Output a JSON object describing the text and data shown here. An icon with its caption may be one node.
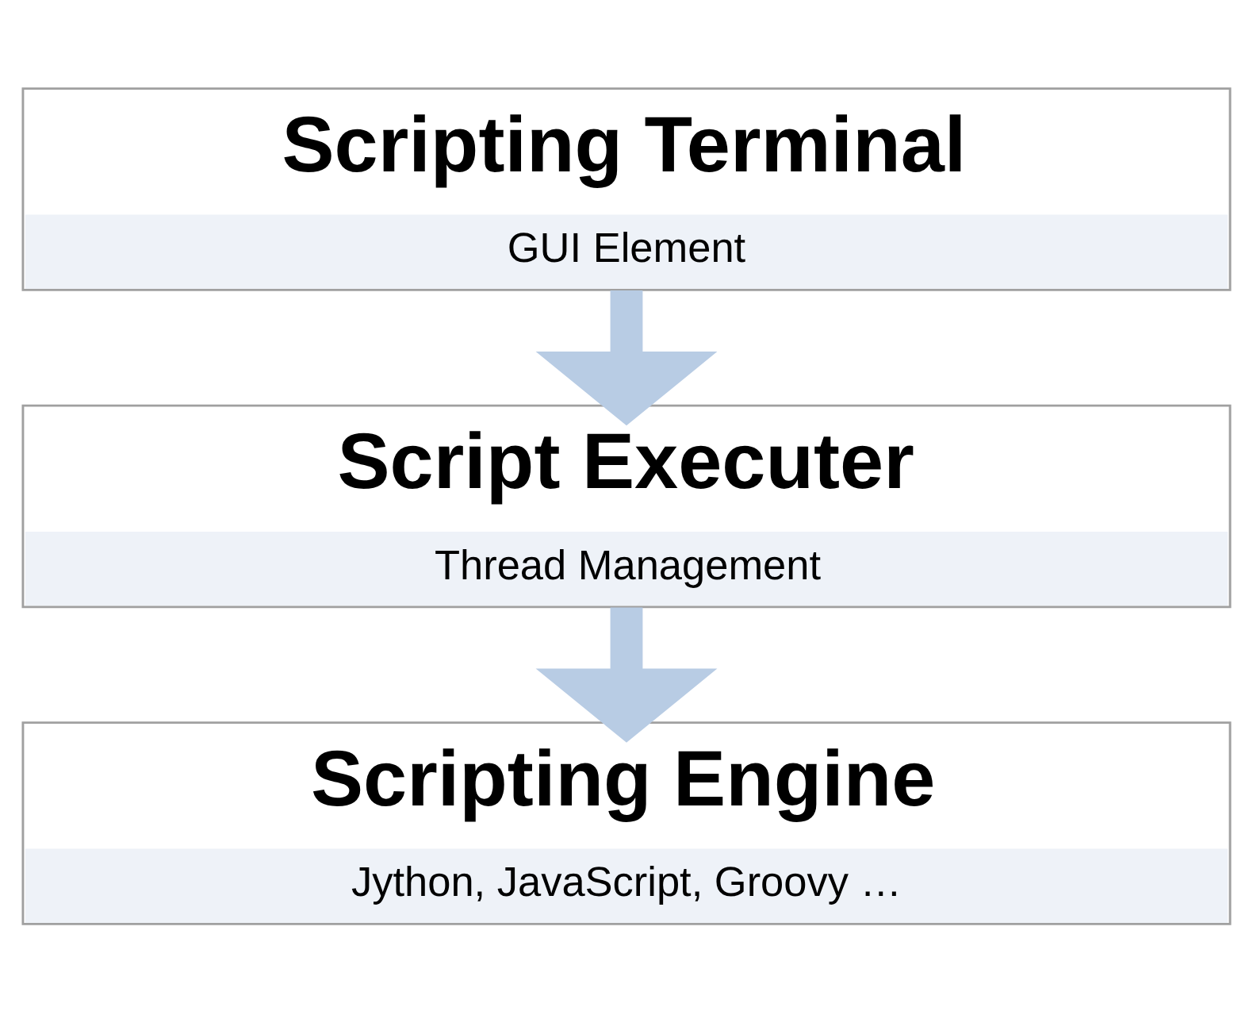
{
  "diagram": {
    "nodes": [
      {
        "text": [
          "Scripting Terminal",
          "GUI Element"
        ]
      },
      {
        "text": [
          "Script Executer",
          "Thread Management"
        ]
      },
      {
        "text": [
          "Scripting Engine",
          "Jython, JavaScript, Groovy …"
        ]
      }
    ],
    "edges": [
      {
        "from": 0,
        "to": 1,
        "arrow": "to"
      },
      {
        "from": 1,
        "to": 2,
        "arrow": "to"
      }
    ]
  }
}
